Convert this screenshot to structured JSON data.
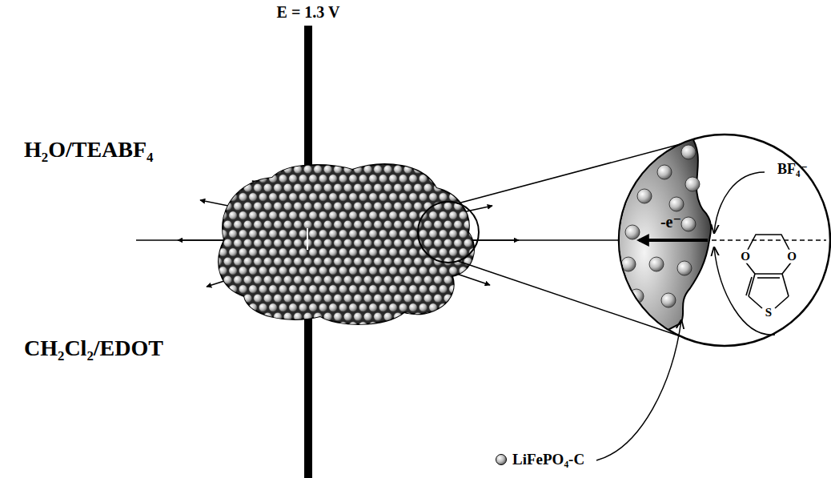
{
  "diagram": {
    "labels": [
      "E = 1.3 V",
      "H₂O/TEABF₄",
      "CH₂Cl₂/EDOT",
      "-e⁻",
      "BF₄⁻",
      "O",
      "O",
      "S"
    ],
    "legend": [
      {
        "text": "LiFePO₄-C"
      }
    ]
  }
}
